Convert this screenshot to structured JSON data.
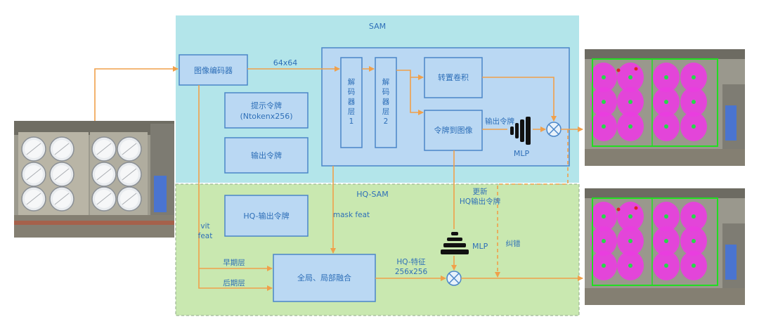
{
  "regions": {
    "sam_title": "SAM",
    "hq_sam_title": "HQ-SAM"
  },
  "blocks": {
    "image_encoder": "图像编码器",
    "prompt_tokens_line1": "提示令牌",
    "prompt_tokens_line2": "(Ntokenx256)",
    "output_tokens": "输出令牌",
    "decoder_layer_1": [
      "解",
      "码",
      "器",
      "层",
      "1"
    ],
    "decoder_layer_2": [
      "解",
      "码",
      "器",
      "层",
      "2"
    ],
    "transpose_conv": "转置卷积",
    "token_to_image": "令牌到图像",
    "hq_output_tokens": "HQ-输出令牌",
    "global_local_fusion": "全局、局部融合"
  },
  "labels": {
    "embedding_size": "64x64",
    "output_token": "输出令牌",
    "mlp_top": "MLP",
    "mlp_bottom": "MLP",
    "vit_feat_line1": "vit",
    "vit_feat_line2": "feat",
    "mask_feat": "mask feat",
    "update_line1": "更新",
    "update_line2": "HQ输出令牌",
    "error_correction": "纠错",
    "early_layer": "早期层",
    "late_layer": "后期层",
    "hq_feature_line1": "HQ-特征",
    "hq_feature_line2": "256x256"
  },
  "icons": {
    "input_image": "satellite-tanks-image",
    "output_sam": "mask-overlay-image",
    "output_hq": "mask-overlay-image"
  },
  "colors": {
    "sam_region": "#b3e5ea",
    "hq_region": "#c9e8b0",
    "block_fill": "#bad8f3",
    "block_stroke": "#4a86c8",
    "arrow": "#f0a04a",
    "text": "#2e6fb8",
    "mask": "#e93ee0",
    "box": "#22dd22"
  }
}
